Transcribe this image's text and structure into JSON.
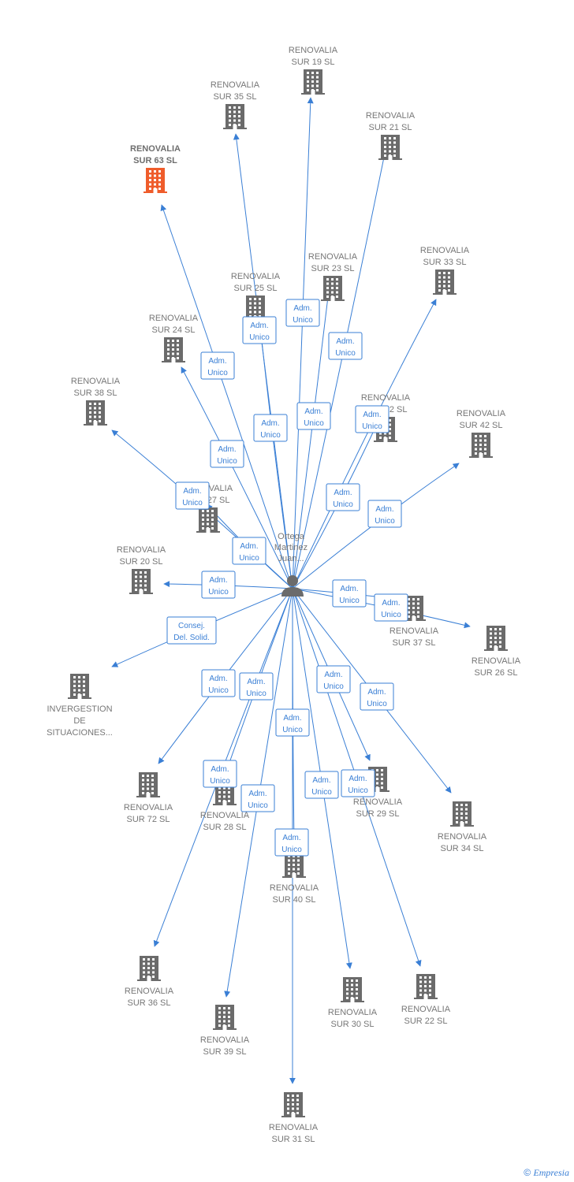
{
  "center": {
    "id": "ortega",
    "label_lines": [
      "Ortega",
      "Martinez",
      "Juan..."
    ]
  },
  "nodes": [
    {
      "id": "sur19",
      "lines": [
        "RENOVALIA",
        "SUR 19  SL"
      ]
    },
    {
      "id": "sur35",
      "lines": [
        "RENOVALIA",
        "SUR 35  SL"
      ]
    },
    {
      "id": "sur21",
      "lines": [
        "RENOVALIA",
        "SUR 21  SL"
      ]
    },
    {
      "id": "sur63",
      "lines": [
        "RENOVALIA",
        "SUR 63  SL"
      ],
      "highlight": true
    },
    {
      "id": "sur23",
      "lines": [
        "RENOVALIA",
        "SUR 23  SL"
      ]
    },
    {
      "id": "sur33",
      "lines": [
        "RENOVALIA",
        "SUR 33  SL"
      ]
    },
    {
      "id": "sur25",
      "lines": [
        "RENOVALIA",
        "SUR 25  SL"
      ]
    },
    {
      "id": "sur24",
      "lines": [
        "RENOVALIA",
        "SUR 24  SL"
      ]
    },
    {
      "id": "sur38",
      "lines": [
        "RENOVALIA",
        "SUR 38  SL"
      ]
    },
    {
      "id": "sur32",
      "lines": [
        "RENOVALIA",
        "SUR 32  SL"
      ]
    },
    {
      "id": "sur42",
      "lines": [
        "RENOVALIA",
        "SUR 42  SL"
      ]
    },
    {
      "id": "sur27",
      "lines": [
        "RENOVALIA",
        "SUR 27  SL"
      ]
    },
    {
      "id": "sur20",
      "lines": [
        "RENOVALIA",
        "SUR 20  SL"
      ]
    },
    {
      "id": "sur37",
      "lines": [
        "RENOVALIA",
        "SUR 37  SL"
      ]
    },
    {
      "id": "sur26",
      "lines": [
        "RENOVALIA",
        "SUR 26  SL"
      ]
    },
    {
      "id": "inverg",
      "lines": [
        "INVERGESTION",
        "DE",
        "SITUACIONES..."
      ]
    },
    {
      "id": "sur72",
      "lines": [
        "RENOVALIA",
        "SUR 72  SL"
      ]
    },
    {
      "id": "sur28",
      "lines": [
        "RENOVALIA",
        "SUR 28  SL"
      ]
    },
    {
      "id": "sur29",
      "lines": [
        "RENOVALIA",
        "SUR 29  SL"
      ]
    },
    {
      "id": "sur34",
      "lines": [
        "RENOVALIA",
        "SUR 34  SL"
      ]
    },
    {
      "id": "sur40",
      "lines": [
        "RENOVALIA",
        "SUR 40  SL"
      ]
    },
    {
      "id": "sur36",
      "lines": [
        "RENOVALIA",
        "SUR 36  SL"
      ]
    },
    {
      "id": "sur30",
      "lines": [
        "RENOVALIA",
        "SUR 30  SL"
      ]
    },
    {
      "id": "sur22",
      "lines": [
        "RENOVALIA",
        "SUR 22  SL"
      ]
    },
    {
      "id": "sur39",
      "lines": [
        "RENOVALIA",
        "SUR 39  SL"
      ]
    },
    {
      "id": "sur31",
      "lines": [
        "RENOVALIA",
        "SUR 31  SL"
      ]
    }
  ],
  "edges": [
    {
      "to": "sur19",
      "label": [
        "Adm.",
        "Unico"
      ]
    },
    {
      "to": "sur35",
      "label": [
        "Adm.",
        "Unico"
      ]
    },
    {
      "to": "sur21",
      "label": [
        "Adm.",
        "Unico"
      ]
    },
    {
      "to": "sur63",
      "label": [
        "Adm.",
        "Unico"
      ]
    },
    {
      "to": "sur23",
      "label": [
        "Adm.",
        "Unico"
      ]
    },
    {
      "to": "sur33",
      "label": [
        "Adm.",
        "Unico"
      ]
    },
    {
      "to": "sur25",
      "label": [
        "Adm.",
        "Unico"
      ]
    },
    {
      "to": "sur24",
      "label": [
        "Adm.",
        "Unico"
      ]
    },
    {
      "to": "sur38",
      "label": [
        "Adm.",
        "Unico"
      ]
    },
    {
      "to": "sur32",
      "label": [
        "Adm.",
        "Unico"
      ]
    },
    {
      "to": "sur42",
      "label": [
        "Adm.",
        "Unico"
      ]
    },
    {
      "to": "sur27",
      "label": [
        "Adm.",
        "Unico"
      ]
    },
    {
      "to": "sur20",
      "label": [
        "Adm.",
        "Unico"
      ]
    },
    {
      "to": "sur37",
      "label": [
        "Adm.",
        "Unico"
      ]
    },
    {
      "to": "sur26",
      "label": [
        "Adm.",
        "Unico"
      ]
    },
    {
      "to": "inverg",
      "label": [
        "Consej.",
        "Del. Solid."
      ]
    },
    {
      "to": "sur72",
      "label": [
        "Adm.",
        "Unico"
      ]
    },
    {
      "to": "sur28",
      "label": [
        "Adm.",
        "Unico"
      ]
    },
    {
      "to": "sur29",
      "label": [
        "Adm.",
        "Unico"
      ]
    },
    {
      "to": "sur34",
      "label": [
        "Adm.",
        "Unico"
      ]
    },
    {
      "to": "sur40",
      "label": [
        "Adm.",
        "Unico"
      ]
    },
    {
      "to": "sur36",
      "label": [
        "Adm.",
        "Unico"
      ]
    },
    {
      "to": "sur30",
      "label": [
        "Adm.",
        "Unico"
      ]
    },
    {
      "to": "sur22",
      "label": [
        "Adm.",
        "Unico"
      ]
    },
    {
      "to": "sur39",
      "label": [
        "Adm.",
        "Unico"
      ]
    },
    {
      "to": "sur31",
      "label": [
        "Adm.",
        "Unico"
      ]
    }
  ],
  "colors": {
    "edge": "#3a7fd5",
    "building": "#6b6b6b",
    "highlight": "#ef5c2b",
    "person": "#6b6b6b"
  },
  "footer": {
    "copyright": "©",
    "brand": "Empresia"
  }
}
